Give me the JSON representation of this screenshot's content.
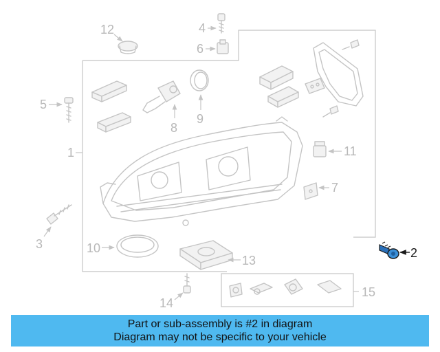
{
  "callouts": {
    "c1": "1",
    "c2": "2",
    "c3": "3",
    "c4": "4",
    "c5": "5",
    "c6": "6",
    "c7": "7",
    "c8": "8",
    "c9": "9",
    "c10": "10",
    "c11": "11",
    "c12": "12",
    "c13": "13",
    "c14": "14",
    "c15": "15"
  },
  "highlighted_part": "2",
  "colors": {
    "banner": "#4fb9f0",
    "highlight": "#3a8fd8",
    "parts": "#c4c4c4"
  },
  "banner": {
    "line1": "Part or sub-assembly is #2 in diagram",
    "line2": "Diagram may not be specific to your vehicle"
  }
}
